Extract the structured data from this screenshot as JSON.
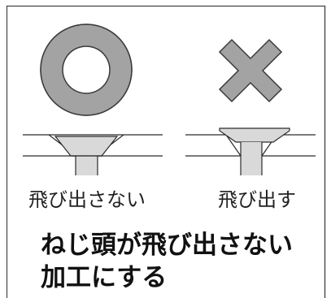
{
  "labels": {
    "good": "飛び出さない",
    "bad": "飛び出す"
  },
  "caption": {
    "line1": "ねじ頭が飛び出さない",
    "line2": "加工にする"
  },
  "colors": {
    "symbol_fill": "#a3a3a3",
    "symbol_stroke": "#3a3a3a",
    "screw_fill": "#d9d9d9",
    "line": "#2b2b2b",
    "frame": "#444444"
  },
  "symbols": {
    "good": "circle-mark",
    "bad": "cross-mark"
  }
}
